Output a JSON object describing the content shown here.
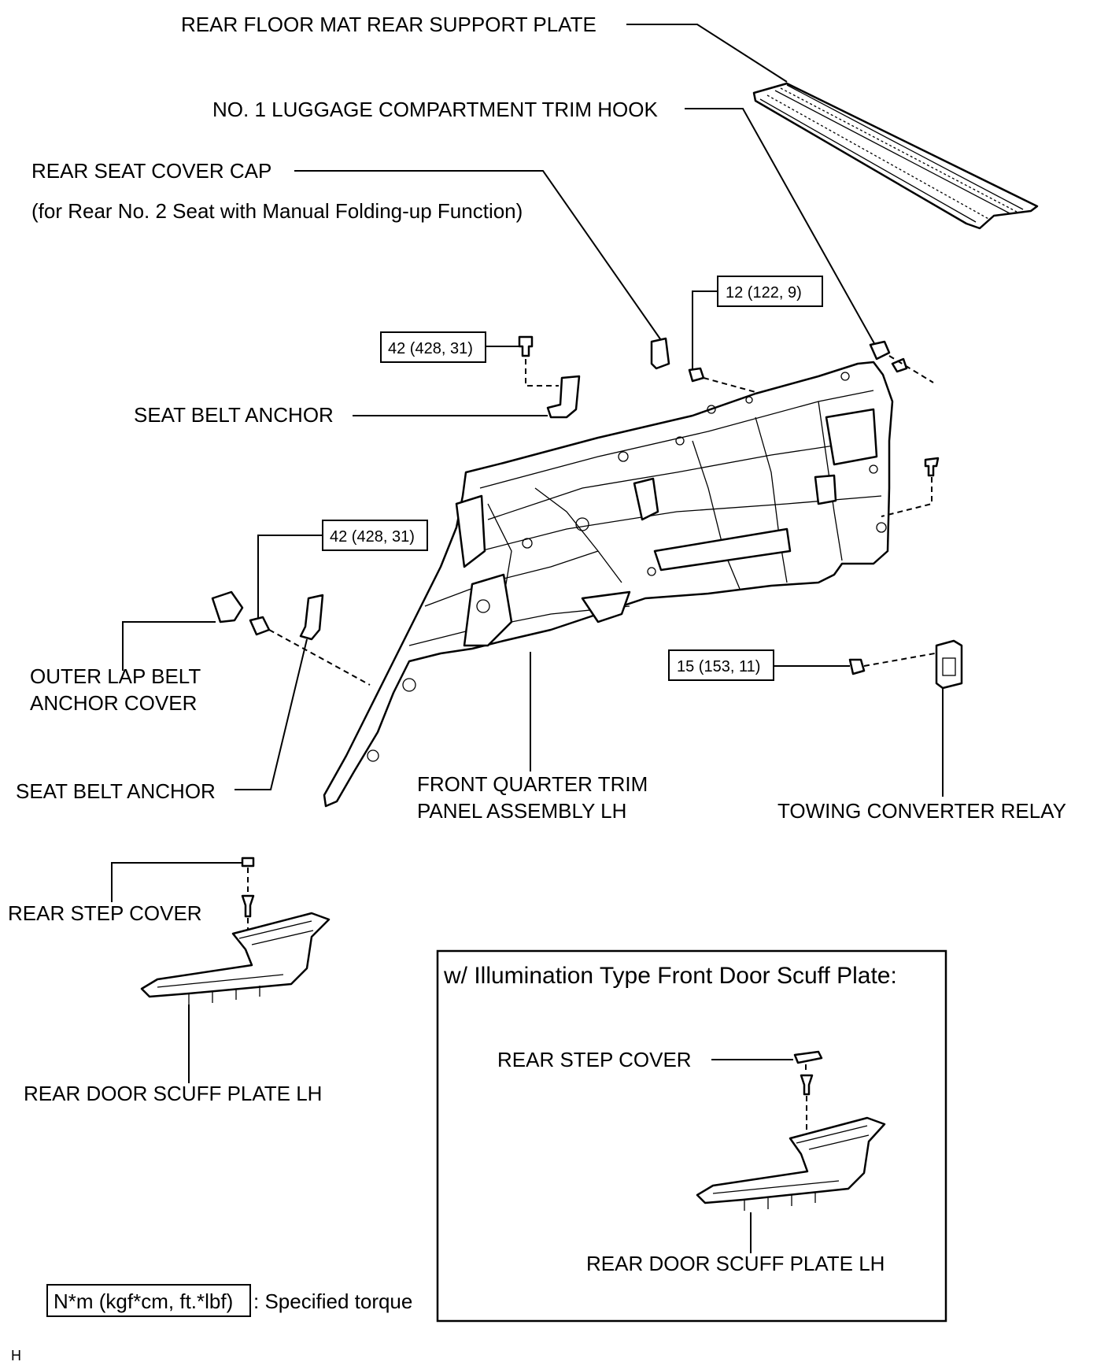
{
  "labels": {
    "rear_floor_mat_plate": "REAR FLOOR MAT REAR SUPPORT PLATE",
    "luggage_trim_hook": "NO. 1 LUGGAGE COMPARTMENT TRIM HOOK",
    "rear_seat_cover_cap": "REAR SEAT COVER CAP",
    "rear_seat_cover_cap_note": "(for Rear No. 2 Seat with Manual Folding-up Function)",
    "seat_belt_anchor_upper": "SEAT BELT ANCHOR",
    "outer_lap_belt_line1": "OUTER LAP BELT",
    "outer_lap_belt_line2": "ANCHOR COVER",
    "seat_belt_anchor_lower": "SEAT BELT ANCHOR",
    "front_quarter_line1": "FRONT QUARTER TRIM",
    "front_quarter_line2": "PANEL ASSEMBLY LH",
    "towing_relay": "TOWING CONVERTER RELAY",
    "rear_step_cover": "REAR STEP COVER",
    "rear_door_scuff": "REAR DOOR SCUFF PLATE LH",
    "inset_title": "w/ Illumination Type Front Door Scuff Plate:",
    "inset_rear_step_cover": "REAR STEP COVER",
    "inset_rear_door_scuff": "REAR DOOR SCUFF PLATE LH",
    "legend_unit": "N*m (kgf*cm, ft.*lbf)",
    "legend_text": ": Specified torque",
    "corner_mark": "H"
  },
  "torques": {
    "t1": "12 (122, 9)",
    "t2": "42 (428, 31)",
    "t3": "42 (428, 31)",
    "t4": "15 (153, 11)"
  }
}
